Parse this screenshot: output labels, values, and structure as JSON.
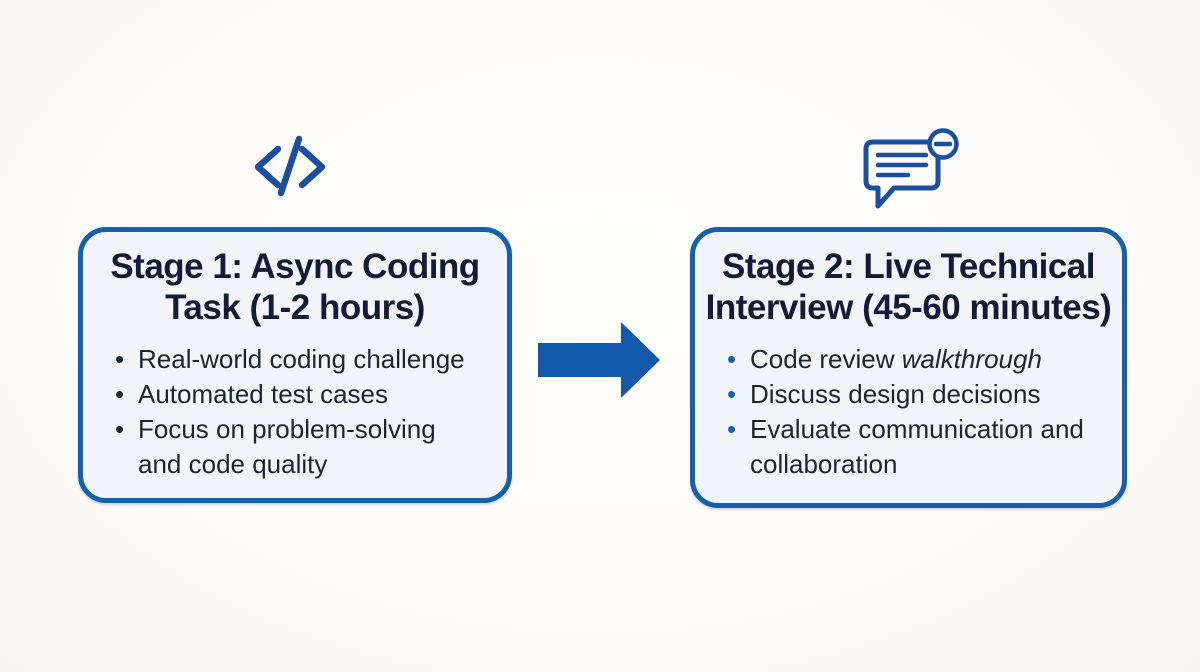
{
  "diagram": {
    "type": "two-stage process flow",
    "colors": {
      "background": "#fdfcf9",
      "box_fill": "#f1f5f9",
      "box_border": "#1460ad",
      "title_text": "#141b38",
      "body_text": "#1c2433",
      "arrow_blue": "#1258ab",
      "icon_blue": "#1a4f9f",
      "bullet_blue_stage2": "#1563b0"
    }
  },
  "stage1": {
    "icon": "code-icon",
    "title_line1": "Stage 1: Async Coding",
    "title_line2": "Task (1-2 hours)",
    "bullets": [
      {
        "pre": "Real-world coding challenge",
        "italic": ""
      },
      {
        "pre": "Automated test cases",
        "italic": ""
      },
      {
        "pre": "Focus on problem-solving and code quality",
        "italic": ""
      }
    ]
  },
  "stage2": {
    "icon": "chat-minus-icon",
    "title_line1": "Stage 2: Live Technical",
    "title_line2": "Interview (45-60 minutes)",
    "bullets": [
      {
        "pre": "Code review ",
        "italic": "walkthrough"
      },
      {
        "pre": "Discuss design decisions",
        "italic": ""
      },
      {
        "pre": "Evaluate communication and collaboration",
        "italic": ""
      }
    ]
  },
  "connector": {
    "shape": "right-arrow"
  }
}
